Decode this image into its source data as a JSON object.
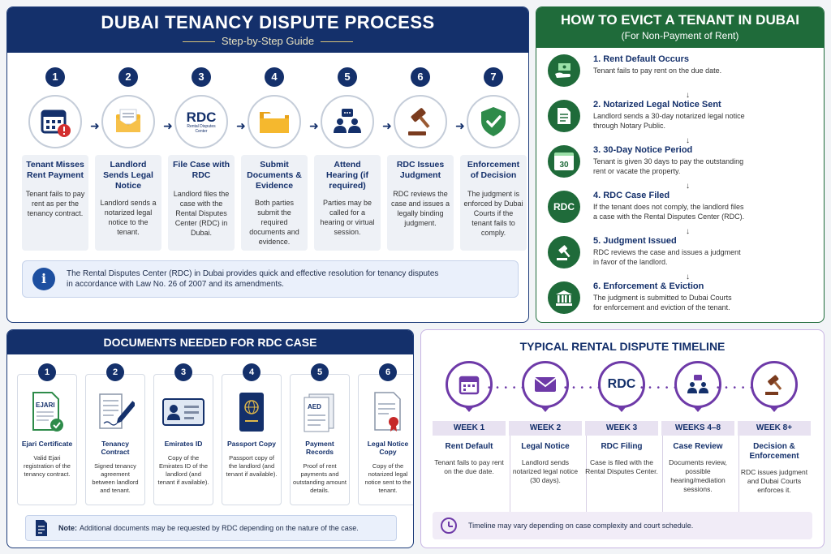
{
  "process": {
    "title": "DUBAI TENANCY DISPUTE PROCESS",
    "subtitle": "Step-by-Step Guide",
    "steps": [
      {
        "num": "1",
        "title": "Tenant Misses Rent Payment",
        "desc": "Tenant fails to pay rent as per the tenancy contract.",
        "icon": "calendar-alert-icon"
      },
      {
        "num": "2",
        "title": "Landlord Sends Legal Notice",
        "desc": "Landlord sends a notarized legal notice to the tenant.",
        "icon": "envelope-icon"
      },
      {
        "num": "3",
        "title": "File Case with RDC",
        "desc": "Landlord files the case with the Rental Disputes Center (RDC) in Dubai.",
        "icon": "rdc-logo"
      },
      {
        "num": "4",
        "title": "Submit Documents & Evidence",
        "desc": "Both parties submit the required documents and evidence.",
        "icon": "folder-icon"
      },
      {
        "num": "5",
        "title": "Attend Hearing (if required)",
        "desc": "Parties may be called for a hearing or virtual session.",
        "icon": "meeting-icon"
      },
      {
        "num": "6",
        "title": "RDC Issues Judgment",
        "desc": "RDC reviews the case and issues a legally binding judgment.",
        "icon": "gavel-icon"
      },
      {
        "num": "7",
        "title": "Enforcement of Decision",
        "desc": "The judgment is enforced by Dubai Courts if the tenant fails to comply.",
        "icon": "shield-check-icon"
      }
    ],
    "rdc_logo_text": "RDC",
    "rdc_logo_sub": "Rental Disputes Center",
    "info_icon": "i",
    "info_line1": "The Rental Disputes Center (RDC) in Dubai provides quick and effective resolution for tenancy disputes",
    "info_line2": "in accordance with Law No. 26 of 2007 and its amendments."
  },
  "evict": {
    "title": "HOW TO EVICT A TENANT IN DUBAI",
    "subtitle": "(For Non-Payment of Rent)",
    "calendar_text": "30",
    "rdc_text": "RDC",
    "steps": [
      {
        "title": "1. Rent Default Occurs",
        "line1": "Tenant fails to pay rent on the due date.",
        "line2": "",
        "icon": "money-hand-icon"
      },
      {
        "title": "2. Notarized Legal Notice Sent",
        "line1": "Landlord sends a 30-day notarized legal notice",
        "line2": "through Notary Public.",
        "icon": "document-icon"
      },
      {
        "title": "3. 30-Day Notice Period",
        "line1": "Tenant is given 30 days to pay the outstanding",
        "line2": "rent or vacate the property.",
        "icon": "calendar-30-icon"
      },
      {
        "title": "4. RDC Case Filed",
        "line1": "If the tenant does not comply, the landlord files",
        "line2": "a case with the Rental Disputes Center (RDC).",
        "icon": "rdc-icon"
      },
      {
        "title": "5. Judgment Issued",
        "line1": "RDC reviews the case and issues a judgment",
        "line2": "in favor of the landlord.",
        "icon": "gavel-icon"
      },
      {
        "title": "6. Enforcement & Eviction",
        "line1": "The judgment is submitted to Dubai Courts",
        "line2": "for enforcement and eviction of the tenant.",
        "icon": "courthouse-icon"
      }
    ]
  },
  "docs": {
    "title": "DOCUMENTS NEEDED FOR RDC CASE",
    "ejari_text": "EJARI",
    "aed_text": "AED",
    "items": [
      {
        "num": "1",
        "title": "Ejari Certificate",
        "desc": "Valid Ejari registration of the tenancy contract.",
        "icon": "ejari-certificate-icon"
      },
      {
        "num": "2",
        "title": "Tenancy Contract",
        "desc": "Signed tenancy agreement between landlord and tenant.",
        "icon": "contract-pen-icon"
      },
      {
        "num": "3",
        "title": "Emirates ID",
        "desc": "Copy of the Emirates ID of the landlord (and tenant if available).",
        "icon": "id-card-icon"
      },
      {
        "num": "4",
        "title": "Passport Copy",
        "desc": "Passport copy of the landlord (and tenant if available).",
        "icon": "passport-icon"
      },
      {
        "num": "5",
        "title": "Payment Records",
        "desc": "Proof of rent payments and outstanding amount details.",
        "icon": "receipt-icon"
      },
      {
        "num": "6",
        "title": "Legal Notice Copy",
        "desc": "Copy of the notarized legal notice sent to the tenant.",
        "icon": "sealed-notice-icon"
      }
    ],
    "note_label": "Note:",
    "note_text": "Additional documents may be requested by RDC depending on the nature of the case."
  },
  "timeline": {
    "title": "TYPICAL RENTAL DISPUTE TIMELINE",
    "rdc_text": "RDC",
    "items": [
      {
        "week": "WEEK 1",
        "title": "Rent Default",
        "desc": "Tenant fails to pay rent on the due date.",
        "icon": "calendar-icon"
      },
      {
        "week": "WEEK 2",
        "title": "Legal Notice",
        "desc": "Landlord sends notarized legal notice (30 days).",
        "icon": "envelope-icon"
      },
      {
        "week": "WEEK 3",
        "title": "RDC Filing",
        "desc": "Case is filed with the Rental Disputes Center.",
        "icon": "rdc-icon"
      },
      {
        "week": "WEEKS 4–8",
        "title": "Case Review",
        "desc": "Documents review, possible hearing/mediation sessions.",
        "icon": "meeting-icon"
      },
      {
        "week": "WEEK 8+",
        "title": "Decision & Enforcement",
        "desc": "RDC issues judgment and Dubai Courts enforces it.",
        "icon": "gavel-icon"
      }
    ],
    "note": "Timeline may vary depending on case complexity and court schedule."
  },
  "colors": {
    "navy": "#14306b",
    "green": "#1f6b3a",
    "purple": "#6e3aa8",
    "alert_red": "#d32f2f",
    "folder_yellow": "#f5b82e"
  }
}
